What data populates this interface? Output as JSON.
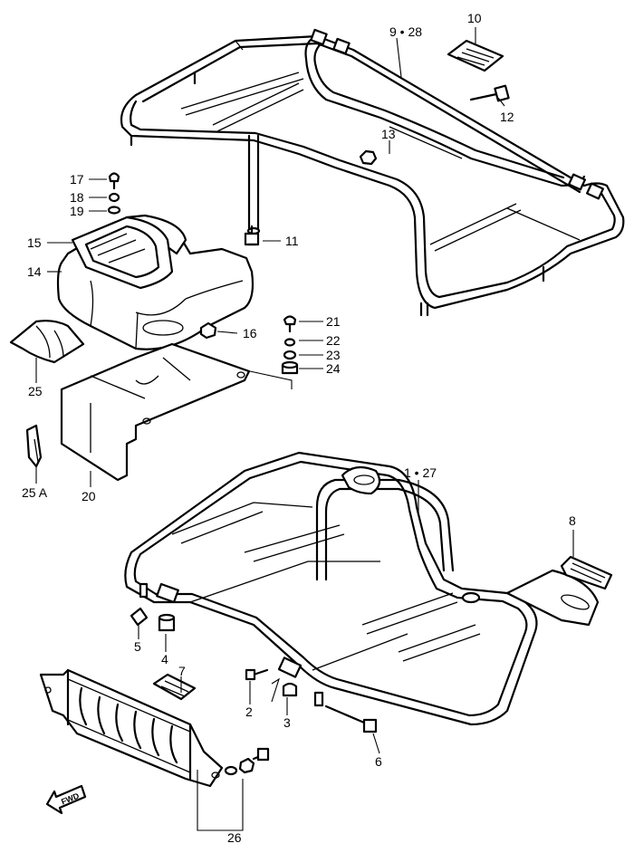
{
  "callouts": [
    {
      "id": "c-9-28",
      "label": "9 • 28"
    },
    {
      "id": "c-10",
      "label": "10"
    },
    {
      "id": "c-12",
      "label": "12"
    },
    {
      "id": "c-13",
      "label": "13"
    },
    {
      "id": "c-11",
      "label": "11"
    },
    {
      "id": "c-17",
      "label": "17"
    },
    {
      "id": "c-18",
      "label": "18"
    },
    {
      "id": "c-19",
      "label": "19"
    },
    {
      "id": "c-15",
      "label": "15"
    },
    {
      "id": "c-14",
      "label": "14"
    },
    {
      "id": "c-16",
      "label": "16"
    },
    {
      "id": "c-21",
      "label": "21"
    },
    {
      "id": "c-22",
      "label": "22"
    },
    {
      "id": "c-23",
      "label": "23"
    },
    {
      "id": "c-24",
      "label": "24"
    },
    {
      "id": "c-25",
      "label": "25"
    },
    {
      "id": "c-25a",
      "label": "25 A"
    },
    {
      "id": "c-20",
      "label": "20"
    },
    {
      "id": "c-1-27",
      "label": "1 • 27"
    },
    {
      "id": "c-8",
      "label": "8"
    },
    {
      "id": "c-5",
      "label": "5"
    },
    {
      "id": "c-4",
      "label": "4"
    },
    {
      "id": "c-7",
      "label": "7"
    },
    {
      "id": "c-2",
      "label": "2"
    },
    {
      "id": "c-3",
      "label": "3"
    },
    {
      "id": "c-6",
      "label": "6"
    },
    {
      "id": "c-26",
      "label": "26"
    }
  ],
  "fwd_label": "FWD"
}
